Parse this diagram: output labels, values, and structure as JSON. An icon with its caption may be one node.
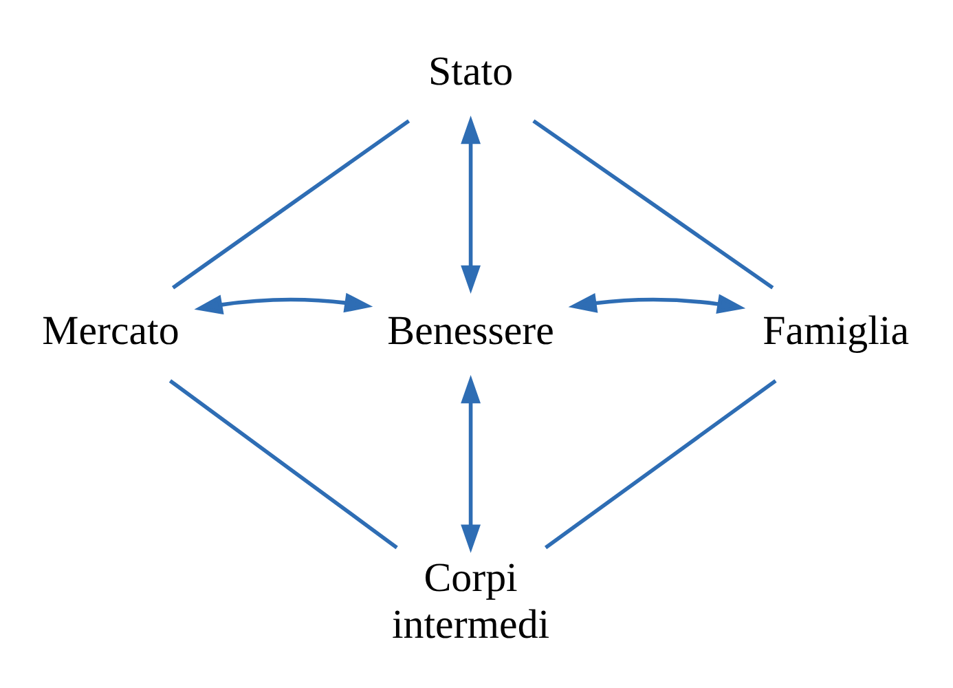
{
  "diagram": {
    "nodes": [
      {
        "text": [
          "Stato"
        ]
      },
      {
        "text": [
          "Mercato"
        ]
      },
      {
        "text": [
          "Benessere"
        ]
      },
      {
        "text": [
          "Famiglia"
        ]
      },
      {
        "text": [
          "Corpi intermedi"
        ]
      }
    ],
    "edges": [
      {
        "from": 0,
        "to": 2,
        "arrow": "both"
      },
      {
        "from": 1,
        "to": 2,
        "arrow": "both"
      },
      {
        "from": 2,
        "to": 3,
        "arrow": "both"
      },
      {
        "from": 2,
        "to": 4,
        "arrow": "both"
      },
      {
        "from": 0,
        "to": 1,
        "arrow": "none"
      },
      {
        "from": 0,
        "to": 3,
        "arrow": "none"
      },
      {
        "from": 1,
        "to": 4,
        "arrow": "none"
      },
      {
        "from": 3,
        "to": 4,
        "arrow": "none"
      }
    ]
  }
}
